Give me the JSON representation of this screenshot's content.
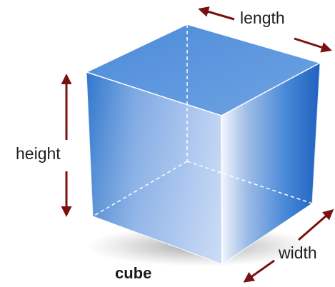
{
  "labels": {
    "length": "length",
    "height": "height",
    "width": "width"
  },
  "caption": "cube",
  "colors": {
    "arrow": "#7a1010",
    "cube_front_light": "#a7c3ee",
    "cube_front_dark": "#1f6bc8",
    "cube_side": "#1662c4",
    "cube_top": "#5b96dd",
    "cube_bottom": "#d6e3f4",
    "edge": "#ffffff"
  }
}
